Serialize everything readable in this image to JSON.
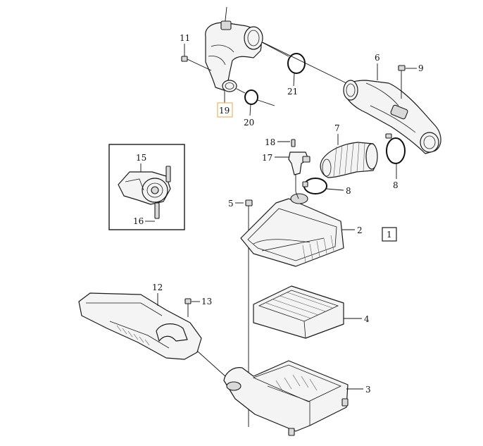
{
  "labels": {
    "p1": "1",
    "p2": "2",
    "p3": "3",
    "p4": "4",
    "p5": "5",
    "p6": "6",
    "p7": "7",
    "p8a": "8",
    "p8b": "8",
    "p9": "9",
    "p11": "11",
    "p12": "12",
    "p13": "13",
    "p15": "15",
    "p16": "16",
    "p17": "17",
    "p18": "18",
    "p19": "19",
    "p20": "20",
    "p21": "21"
  },
  "colors": {
    "line": "#1a1a1a",
    "highlight_box": "#e3b86a",
    "part_fill": "#f4f4f4"
  }
}
